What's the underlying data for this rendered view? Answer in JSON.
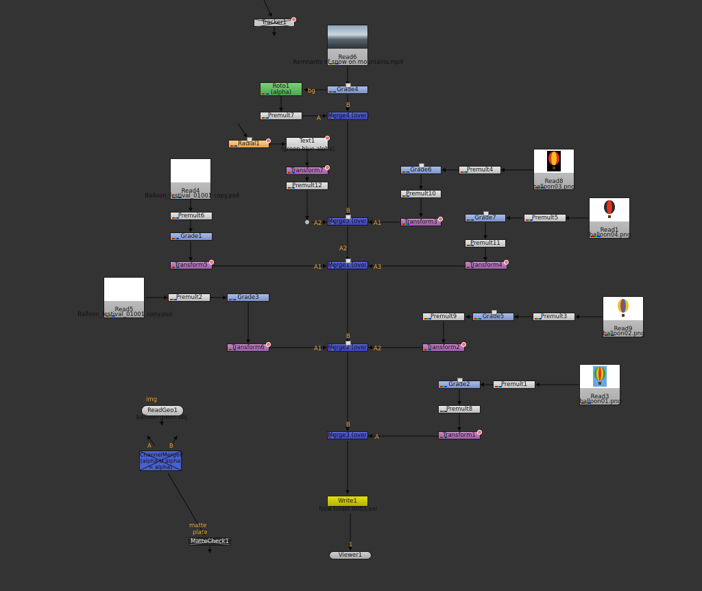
{
  "nodes": {
    "tracker1": "Tracker1",
    "read6": "Read6",
    "read6_file": "Remnants of snow on mountains.mp4",
    "roto1": "Roto1",
    "roto1_sub": "(alpha)",
    "grade4": "Grade4",
    "premult7": "Premult7",
    "merge4": "Merge4 (over)",
    "radial1": "Radial1",
    "text1": "Text1",
    "text1_sub": "(green blue alpha)",
    "transform7": "Transform7",
    "premult12": "Premult12",
    "read4": "Read4",
    "read4_file": "Balloon_festival_01001 copy.psd",
    "premult6": "Premult6",
    "grade1": "Grade1",
    "transform5": "Transform5",
    "merge5": "Merge5 (over)",
    "grade6": "Grade6",
    "premult4": "Premult4",
    "read8": "Read8",
    "read8_file": "balloon03.png",
    "premult10": "Premult10",
    "transform3": "Transform3",
    "grade7": "Grade7",
    "premult5": "Premult5",
    "read1": "Read1",
    "read1_file": "balloon04.png",
    "premult11": "Premult11",
    "merge1": "Merge1 (over)",
    "transform4": "Transform4",
    "read5": "Read5",
    "read5_file": "Balloon_festival_01001 copy.psd",
    "premult2": "Premult2",
    "grade3": "Grade3",
    "premult9": "Premult9",
    "grade5": "Grade5",
    "premult3": "Premult3",
    "read9": "Read9",
    "read9_file": "balloon02.png",
    "transform6": "Transform6",
    "merge2": "Merge2 (over)",
    "transform2": "Transform2",
    "grade2": "Grade2",
    "premult1": "Premult1",
    "read3": "Read3",
    "read3_file": "balloon01.png",
    "premult8": "Premult8",
    "readgeo1": "ReadGeo1",
    "readgeo1_file": "balloon-green.obj",
    "merge3": "Merge3 (over)",
    "transform1": "Transform1",
    "channelmerge": "ChannelMerge8 (alpha U alpha = alpha)",
    "write1": "Write1",
    "write1_file": "New folder.0083.exr",
    "mattecheck1": "MatteCheck1",
    "viewer1": "Viewer1"
  },
  "inputs": {
    "bg": "bg",
    "a": "A",
    "b": "B",
    "a1": "A1",
    "a2": "A2",
    "a3": "A3",
    "img": "img",
    "matte": "matte",
    "plate": "plate",
    "one": "1"
  },
  "icons": {
    "balloon_colors": [
      "#e8311f",
      "#f2c21b",
      "#2a6fd6",
      "#2d9e3f"
    ]
  }
}
